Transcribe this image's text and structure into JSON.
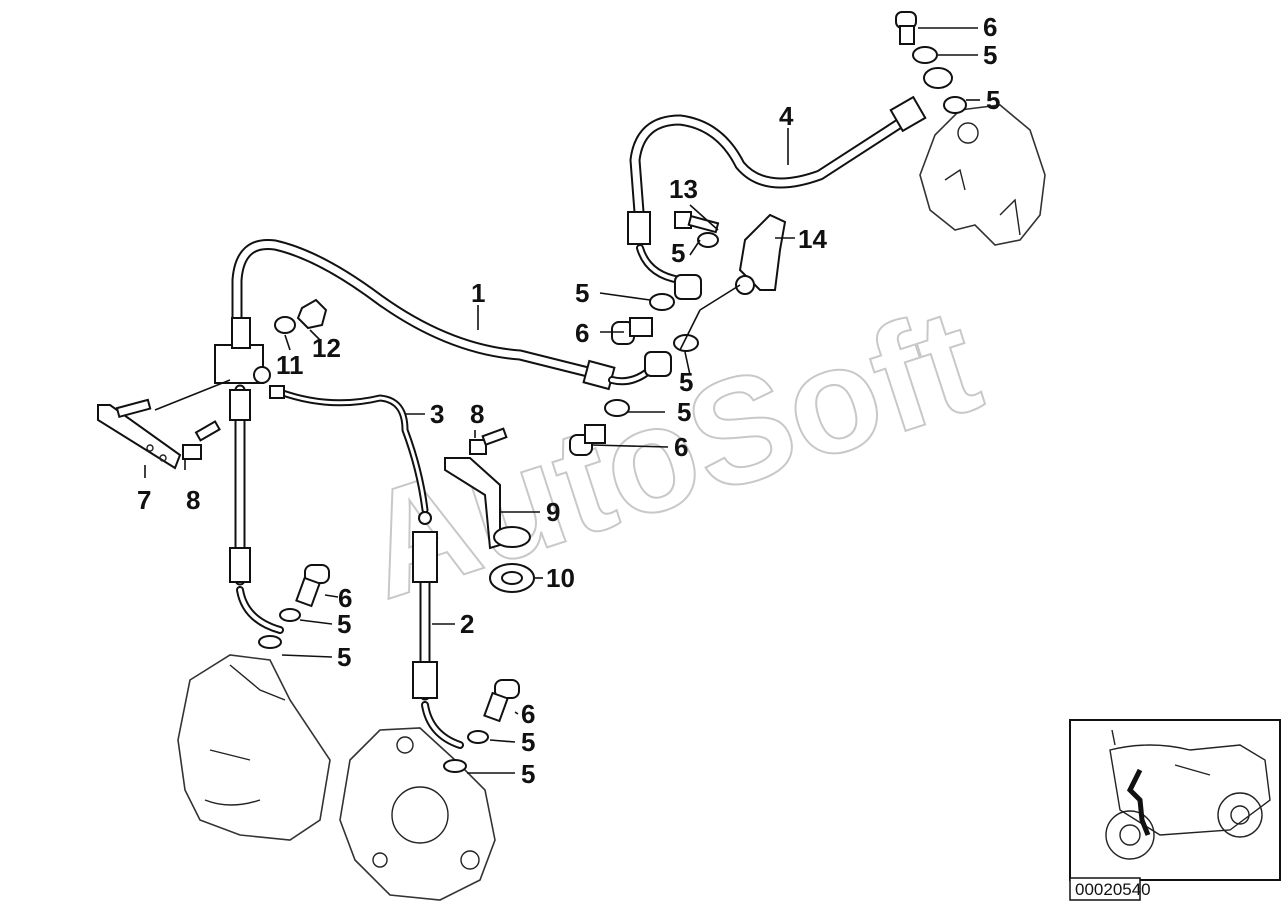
{
  "watermark": "AutoSoft",
  "diagram_code": "00020540",
  "labels": {
    "l1": "1",
    "l2": "2",
    "l3": "3",
    "l4": "4",
    "l5a": "5",
    "l5b": "5",
    "l5c": "5",
    "l5d": "5",
    "l5e": "5",
    "l5f": "5",
    "l5g": "5",
    "l5h": "5",
    "l5i": "5",
    "l6a": "6",
    "l6b": "6",
    "l6c": "6",
    "l6d": "6",
    "l6e": "6",
    "l7": "7",
    "l8a": "8",
    "l8b": "8",
    "l9": "9",
    "l10": "10",
    "l11": "11",
    "l12": "12",
    "l13": "13",
    "l14": "14"
  }
}
